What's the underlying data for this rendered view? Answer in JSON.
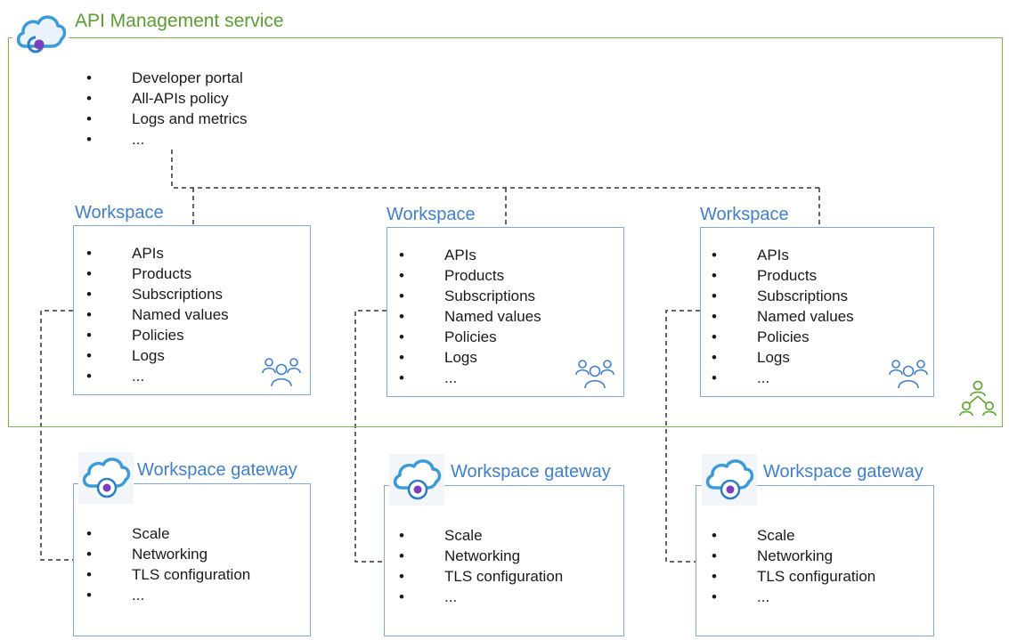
{
  "colors": {
    "service_green": "#5a9e2f",
    "frame_green": "#7ab648",
    "workspace_blue": "#3f7fd0",
    "box_border": "#7ea8e0"
  },
  "service": {
    "title": "API Management service",
    "items": [
      "Developer portal",
      "All-APIs policy",
      "Logs and metrics",
      "..."
    ]
  },
  "workspaces": [
    {
      "title": "Workspace",
      "items": [
        "APIs",
        "Products",
        "Subscriptions",
        "Named values",
        "Policies",
        "Logs",
        "..."
      ]
    },
    {
      "title": "Workspace",
      "items": [
        "APIs",
        "Products",
        "Subscriptions",
        "Named values",
        "Policies",
        "Logs",
        "..."
      ]
    },
    {
      "title": "Workspace",
      "items": [
        "APIs",
        "Products",
        "Subscriptions",
        "Named values",
        "Policies",
        "Logs",
        "..."
      ]
    }
  ],
  "gateways": [
    {
      "title": "Workspace gateway",
      "items": [
        "Scale",
        "Networking",
        "TLS configuration",
        "..."
      ]
    },
    {
      "title": "Workspace gateway",
      "items": [
        "Scale",
        "Networking",
        "TLS configuration",
        "..."
      ]
    },
    {
      "title": "Workspace gateway",
      "items": [
        "Scale",
        "Networking",
        "TLS configuration",
        "..."
      ]
    }
  ],
  "icons": {
    "service": "cloud-api-management-icon",
    "workspace_users": "users-group-icon",
    "gateway": "cloud-gateway-icon",
    "hierarchy": "org-hierarchy-icon"
  }
}
